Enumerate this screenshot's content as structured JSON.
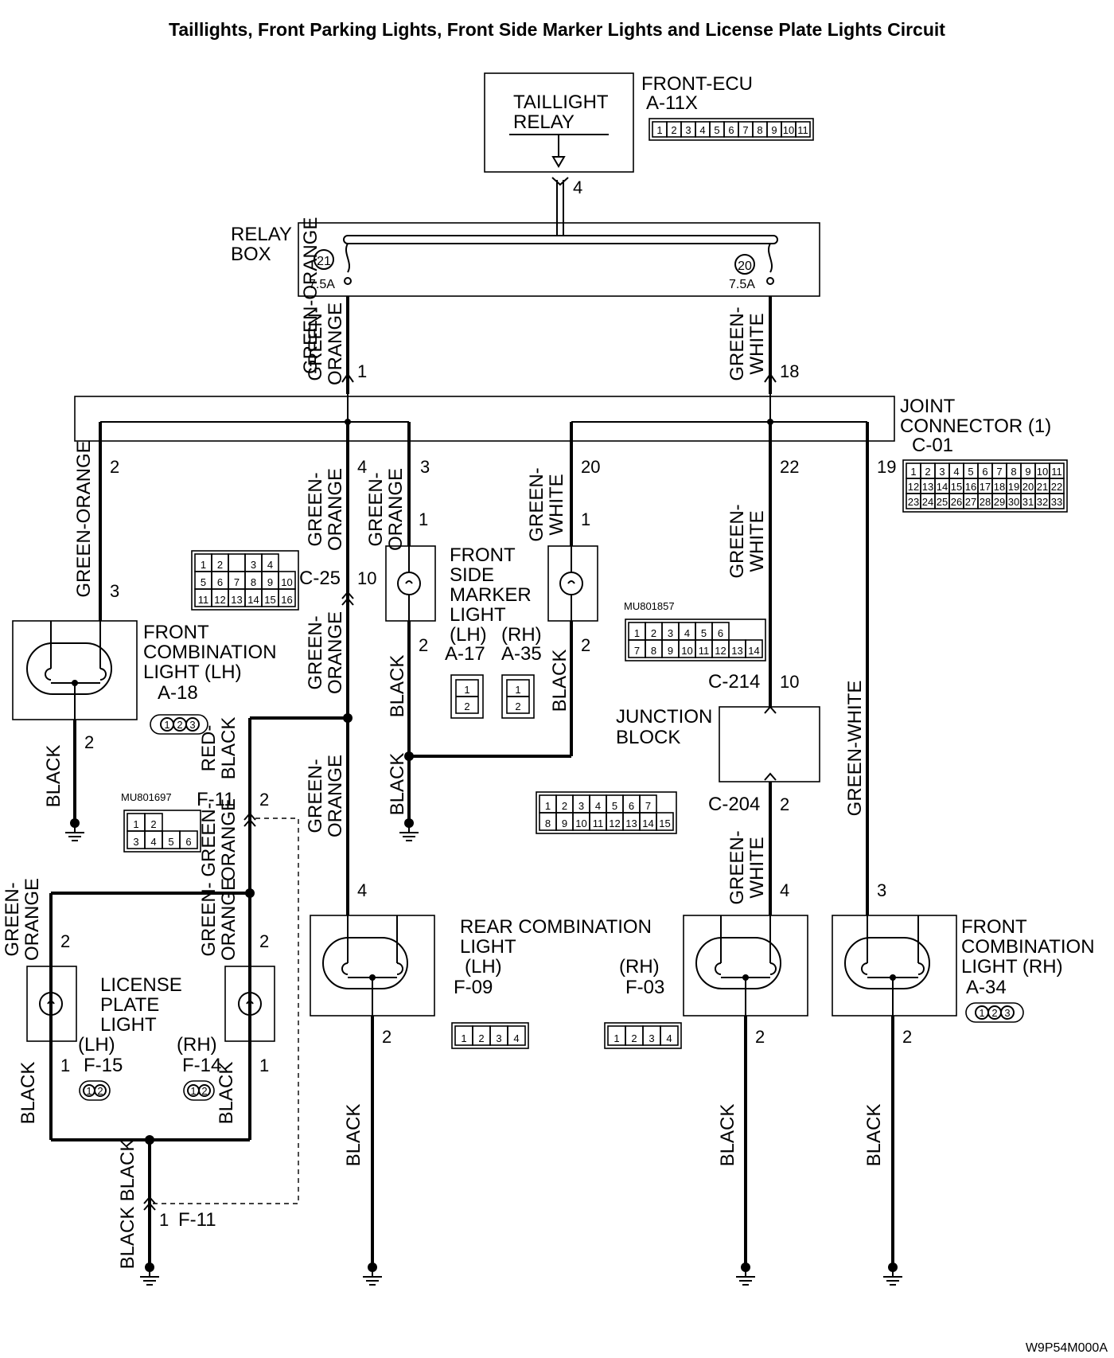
{
  "title": "Taillights, Front Parking Lights, Front Side Marker Lights and License Plate Lights Circuit",
  "footer_code": "W9P54M000A",
  "ecu": {
    "name": "FRONT-ECU",
    "connector": "A-11X",
    "relay_line1": "TAILLIGHT",
    "relay_line2": "RELAY",
    "pin": "4",
    "pins": [
      "1",
      "2",
      "3",
      "4",
      "5",
      "6",
      "7",
      "8",
      "9",
      "10",
      "11"
    ]
  },
  "relay_box": {
    "line1": "RELAY",
    "line2": "BOX",
    "fuse_left_no": "21",
    "fuse_left_rating": "7.5A",
    "fuse_right_no": "20",
    "fuse_right_rating": "7.5A"
  },
  "joint_connector": {
    "line1": "JOINT",
    "line2": "CONNECTOR (1)",
    "code": "C-01",
    "row1": [
      "1",
      "2",
      "3",
      "4",
      "5",
      "6",
      "7",
      "8",
      "9",
      "10",
      "11"
    ],
    "row2": [
      "12",
      "13",
      "14",
      "15",
      "16",
      "17",
      "18",
      "19",
      "20",
      "21",
      "22"
    ],
    "row3": [
      "23",
      "24",
      "25",
      "26",
      "27",
      "28",
      "29",
      "30",
      "31",
      "32",
      "33"
    ]
  },
  "wires": {
    "green_orange_stacked": "GREEN-\nORANGE",
    "green_orange": "GREEN-ORANGE",
    "green_white_stacked": "GREEN-\nWHITE",
    "green_white": "GREEN-WHITE",
    "black": "BLACK",
    "red_black_stacked": "RED-\nBLACK"
  },
  "pins": {
    "p1": "1",
    "p18": "18",
    "p2": "2",
    "p4": "4",
    "p3": "3",
    "p20": "20",
    "p22": "22",
    "p19": "19",
    "p10": "10"
  },
  "c25": {
    "code": "C-25",
    "row1": [
      "1",
      "2",
      "",
      "3",
      "4"
    ],
    "row2": [
      "5",
      "6",
      "7",
      "8",
      "9",
      "10"
    ],
    "row3": [
      "11",
      "12",
      "13",
      "14",
      "15",
      "16"
    ]
  },
  "front_side_marker": {
    "line1": "FRONT",
    "line2": "SIDE",
    "line3": "MARKER",
    "line4": "LIGHT",
    "lh": "(LH)",
    "rh": "(RH)",
    "lh_code": "A-17",
    "rh_code": "A-35",
    "pins": [
      "1",
      "2"
    ]
  },
  "front_combo_lh": {
    "line1": "FRONT",
    "line2": "COMBINATION",
    "line3": "LIGHT (LH)",
    "code": "A-18",
    "pins": [
      "1",
      "2",
      "3"
    ]
  },
  "c214": {
    "part_no": "MU801857",
    "code": "C-214",
    "row1": [
      "1",
      "2",
      "3",
      "4",
      "5",
      "6"
    ],
    "row2": [
      "7",
      "8",
      "9",
      "10",
      "11",
      "12",
      "13",
      "14"
    ]
  },
  "junction_block": {
    "line1": "JUNCTION",
    "line2": "BLOCK"
  },
  "c204": {
    "code": "C-204",
    "row1": [
      "1",
      "2",
      "3",
      "4",
      "5",
      "6",
      "7"
    ],
    "row2": [
      "8",
      "9",
      "10",
      "11",
      "12",
      "13",
      "14",
      "15"
    ]
  },
  "f11": {
    "part_no": "MU801697",
    "code": "F-11",
    "code_bottom": "F-11",
    "row1": [
      "1",
      "2"
    ],
    "row2": [
      "3",
      "4",
      "5",
      "6"
    ]
  },
  "license_plate": {
    "line1": "LICENSE",
    "line2": "PLATE",
    "line3": "LIGHT",
    "lh": "(LH)",
    "rh": "(RH)",
    "lh_code": "F-15",
    "rh_code": "F-14",
    "pins": [
      "1",
      "2"
    ]
  },
  "rear_combo": {
    "line1": "REAR COMBINATION",
    "line2": "LIGHT",
    "lh": "(LH)",
    "rh": "(RH)",
    "lh_code": "F-09",
    "rh_code": "F-03",
    "pins": [
      "1",
      "2",
      "3",
      "4"
    ]
  },
  "front_combo_rh": {
    "line1": "FRONT",
    "line2": "COMBINATION",
    "line3": "LIGHT (RH)",
    "code": "A-34",
    "pins": [
      "1",
      "2",
      "3"
    ]
  }
}
